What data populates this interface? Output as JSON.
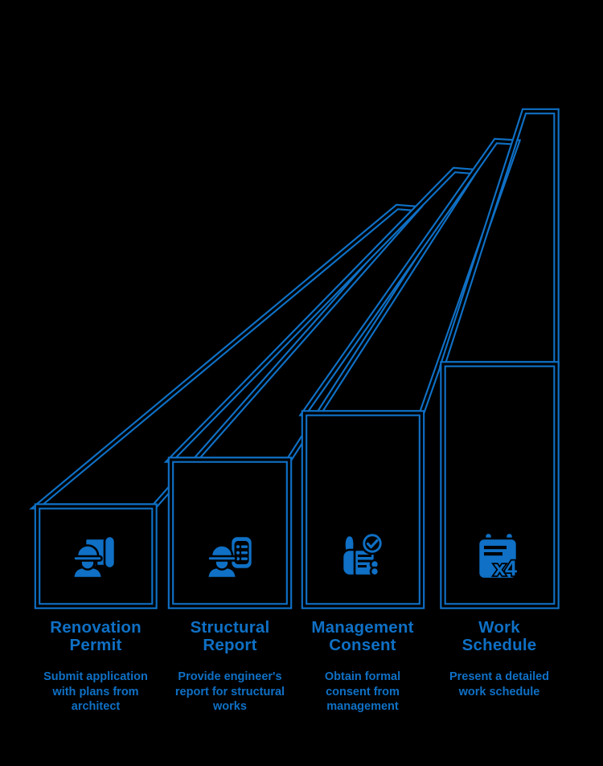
{
  "canvas": {
    "background_color": "#000000",
    "line_color": "#0F70C5",
    "diagram_type": "ascending-3d-steps",
    "step_count": 4
  },
  "steps": [
    {
      "title": "Renovation Permit",
      "title_lines": [
        "Renovation",
        "Permit"
      ],
      "description": "Submit application with plans from architect",
      "description_lines": [
        "Submit application",
        "with plans from",
        "architect"
      ],
      "icon": "engineer-blueprint-icon"
    },
    {
      "title": "Structural Report",
      "title_lines": [
        "Structural",
        "Report"
      ],
      "description": "Provide engineer's report for structural works",
      "description_lines": [
        "Provide engineer's",
        "report for structural",
        "works"
      ],
      "icon": "engineer-checklist-icon"
    },
    {
      "title": "Management Consent",
      "title_lines": [
        "Management",
        "Consent"
      ],
      "description": "Obtain formal consent from management",
      "description_lines": [
        "Obtain formal",
        "consent from",
        "management"
      ],
      "icon": "hand-document-approved-icon"
    },
    {
      "title": "Work Schedule",
      "title_lines": [
        "Work",
        "Schedule"
      ],
      "description": "Present a detailed work schedule",
      "description_lines": [
        "Present a detailed",
        "work schedule"
      ],
      "icon": "calendar-x4-icon",
      "icon_badge": "x4"
    }
  ]
}
